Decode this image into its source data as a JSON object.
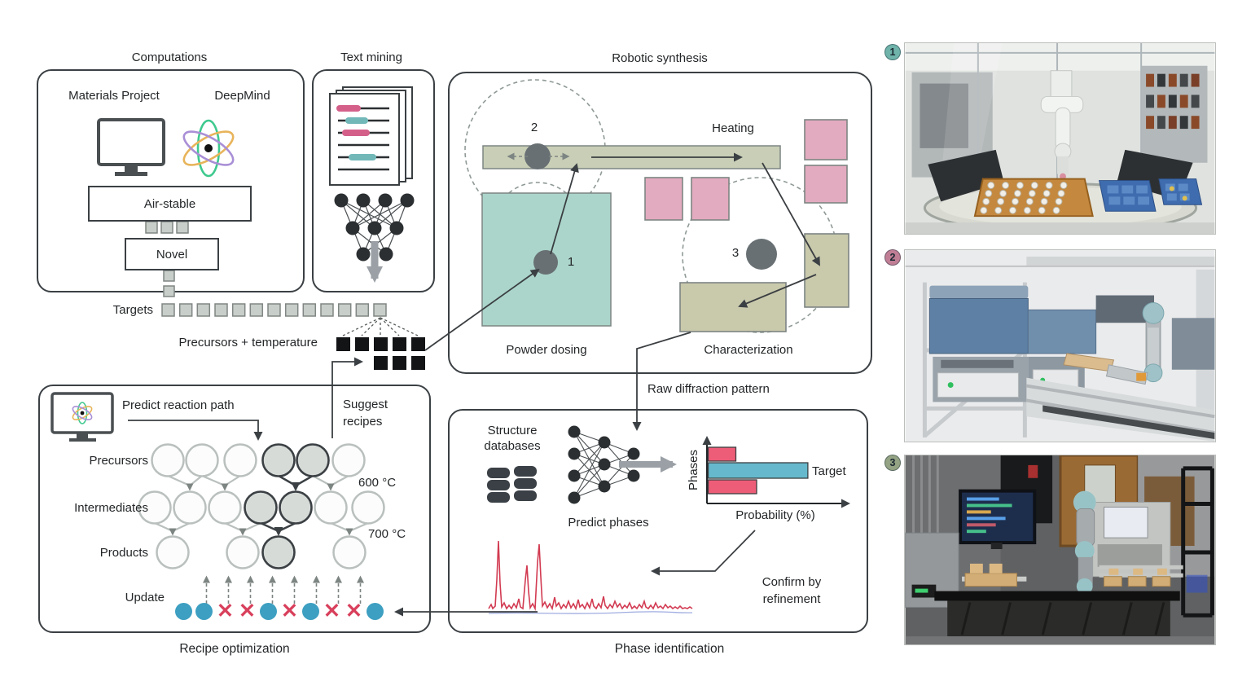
{
  "computations": {
    "title": "Computations",
    "materials_project": "Materials Project",
    "deepmind": "DeepMind",
    "air_stable": "Air-stable",
    "novel": "Novel"
  },
  "targets": {
    "label": "Targets",
    "square_count": 13
  },
  "precursors_temperature": "Precursors + temperature",
  "text_mining": {
    "title": "Text mining"
  },
  "robotic_synthesis": {
    "title": "Robotic synthesis",
    "heating": "Heating",
    "powder_dosing": "Powder dosing",
    "characterization": "Characterization",
    "stations": [
      {
        "id": "1"
      },
      {
        "id": "2"
      },
      {
        "id": "3"
      }
    ]
  },
  "recipe_optimization": {
    "caption": "Recipe optimization",
    "predict_reaction_path": "Predict reaction path",
    "suggest_recipes": "Suggest recipes",
    "rows": [
      "Precursors",
      "Intermediates",
      "Products"
    ],
    "temperatures": [
      "600 °C",
      "700 °C"
    ],
    "update_label": "Update",
    "update_marks": [
      "dot",
      "dot",
      "x",
      "x",
      "dot",
      "x",
      "dot",
      "x",
      "x",
      "dot"
    ],
    "x_glyph": "✕"
  },
  "phase_identification": {
    "caption": "Phase identification",
    "raw_diffraction": "Raw diffraction pattern",
    "structure_databases": "Structure databases",
    "predict_phases": "Predict phases",
    "confirm": "Confirm by refinement"
  },
  "chart_data": {
    "type": "bar",
    "orientation": "horizontal",
    "title": "Predicted phase probabilities",
    "xlabel": "Probability (%)",
    "ylabel": "Phases",
    "xlim": [
      0,
      100
    ],
    "categories": [
      "",
      "Target",
      ""
    ],
    "bars": [
      {
        "label": "",
        "value": 20,
        "color": "#ee5d78"
      },
      {
        "label": "Target",
        "value": 72,
        "color": "#66b9cc"
      },
      {
        "label": "",
        "value": 35,
        "color": "#ee5d78"
      }
    ],
    "target_label": "Target",
    "legend": "none",
    "grid": false
  },
  "photos": [
    {
      "number": "1",
      "badge_color": "#6fb3aa"
    },
    {
      "number": "2",
      "badge_color": "#c07e95"
    },
    {
      "number": "3",
      "badge_color": "#93a383"
    }
  ],
  "colors": {
    "dark_line": "#3b4044",
    "light_node": "#b9c0bd",
    "teal_station": "#abd5ca",
    "rail_green": "#c9cfb6",
    "furnace_pink": "#e3abbf",
    "khaki": "#c9c9ac",
    "success_dot": "#3d9fc1",
    "fail_x": "#d8405c",
    "diffraction_red": "#d23b52"
  }
}
